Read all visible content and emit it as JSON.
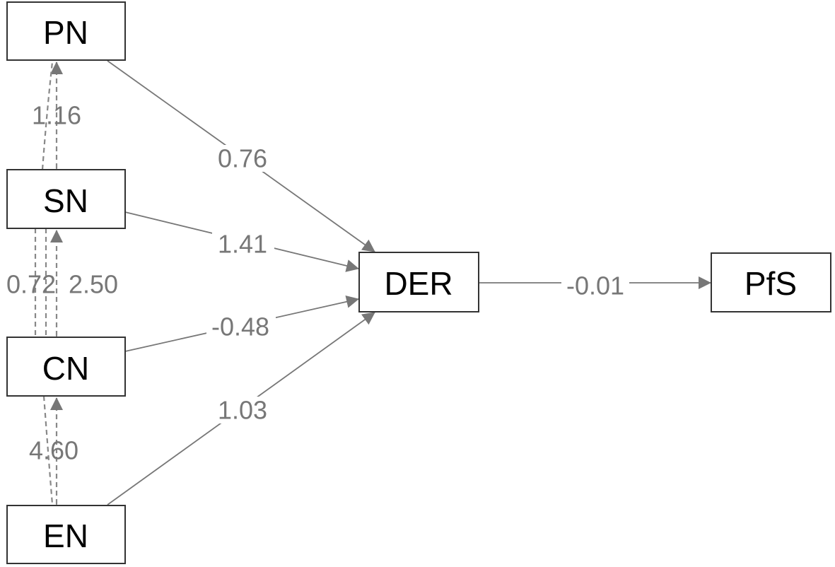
{
  "nodes": {
    "PN": "PN",
    "SN": "SN",
    "CN": "CN",
    "EN": "EN",
    "DER": "DER",
    "PfS": "PfS"
  },
  "paths": [
    {
      "from": "PN",
      "to": "DER",
      "label": "0.76"
    },
    {
      "from": "SN",
      "to": "DER",
      "label": "1.41"
    },
    {
      "from": "CN",
      "to": "DER",
      "label": "-0.48"
    },
    {
      "from": "EN",
      "to": "DER",
      "label": "1.03"
    },
    {
      "from": "DER",
      "to": "PfS",
      "label": "-0.01"
    }
  ],
  "covariances": [
    {
      "a": "PN",
      "b": "SN",
      "label": "1.16"
    },
    {
      "a": "SN",
      "b": "CN",
      "label": "0.72"
    },
    {
      "a": "SN",
      "b": "CN",
      "label": "2.50"
    },
    {
      "a": "CN",
      "b": "EN",
      "label": "4.60"
    }
  ],
  "colors": {
    "edge": "#777777",
    "box_border": "#333333"
  }
}
